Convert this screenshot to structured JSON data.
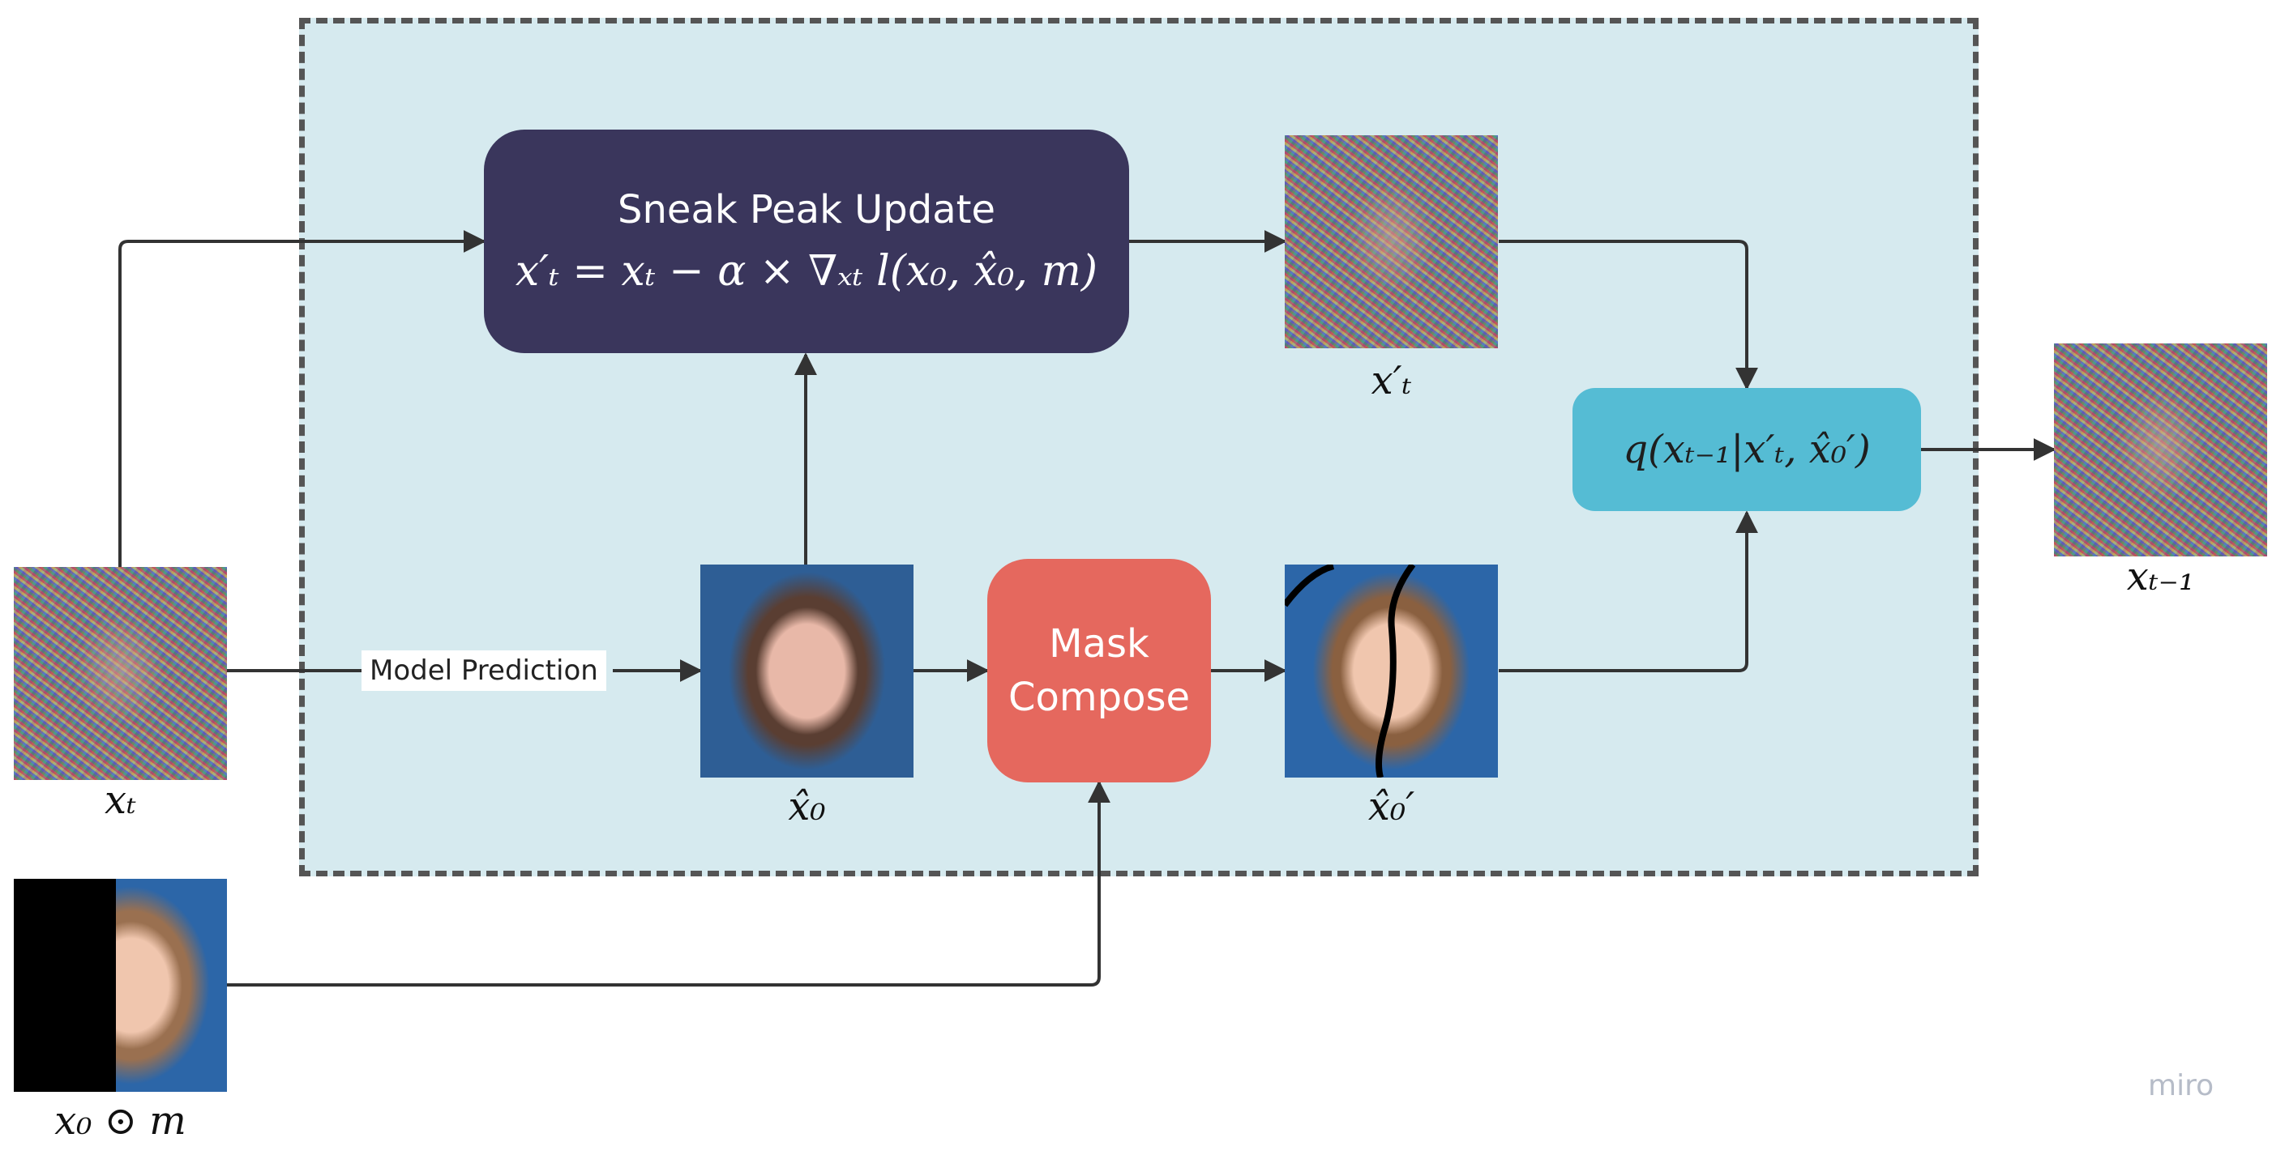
{
  "diagram": {
    "sneak_peak_box": {
      "title": "Sneak Peak Update",
      "equation": "x′ₜ = xₜ − α × ∇ₓₜ l(x₀, x̂₀, m)"
    },
    "mask_compose_box": {
      "line1": "Mask",
      "line2": "Compose"
    },
    "posterior_box": {
      "equation": "q(xₜ₋₁|x′ₜ, x̂₀′)"
    },
    "edge_label_model_prediction": "Model Prediction",
    "image_labels": {
      "x_t": "xₜ",
      "x0_hat": "x̂₀",
      "x_t_prime": "x′ₜ",
      "x0_hat_prime": "x̂₀′",
      "x_t_minus_1": "xₜ₋₁",
      "x0_masked": "x₀ ⊙ m"
    },
    "watermark": "miro",
    "colors": {
      "region_fill": "#d6eaef",
      "region_border": "#555555",
      "sneak_peak_fill": "#3a365c",
      "mask_compose_fill": "#e5685e",
      "posterior_fill": "#55bcd4",
      "arrow": "#333333"
    }
  }
}
